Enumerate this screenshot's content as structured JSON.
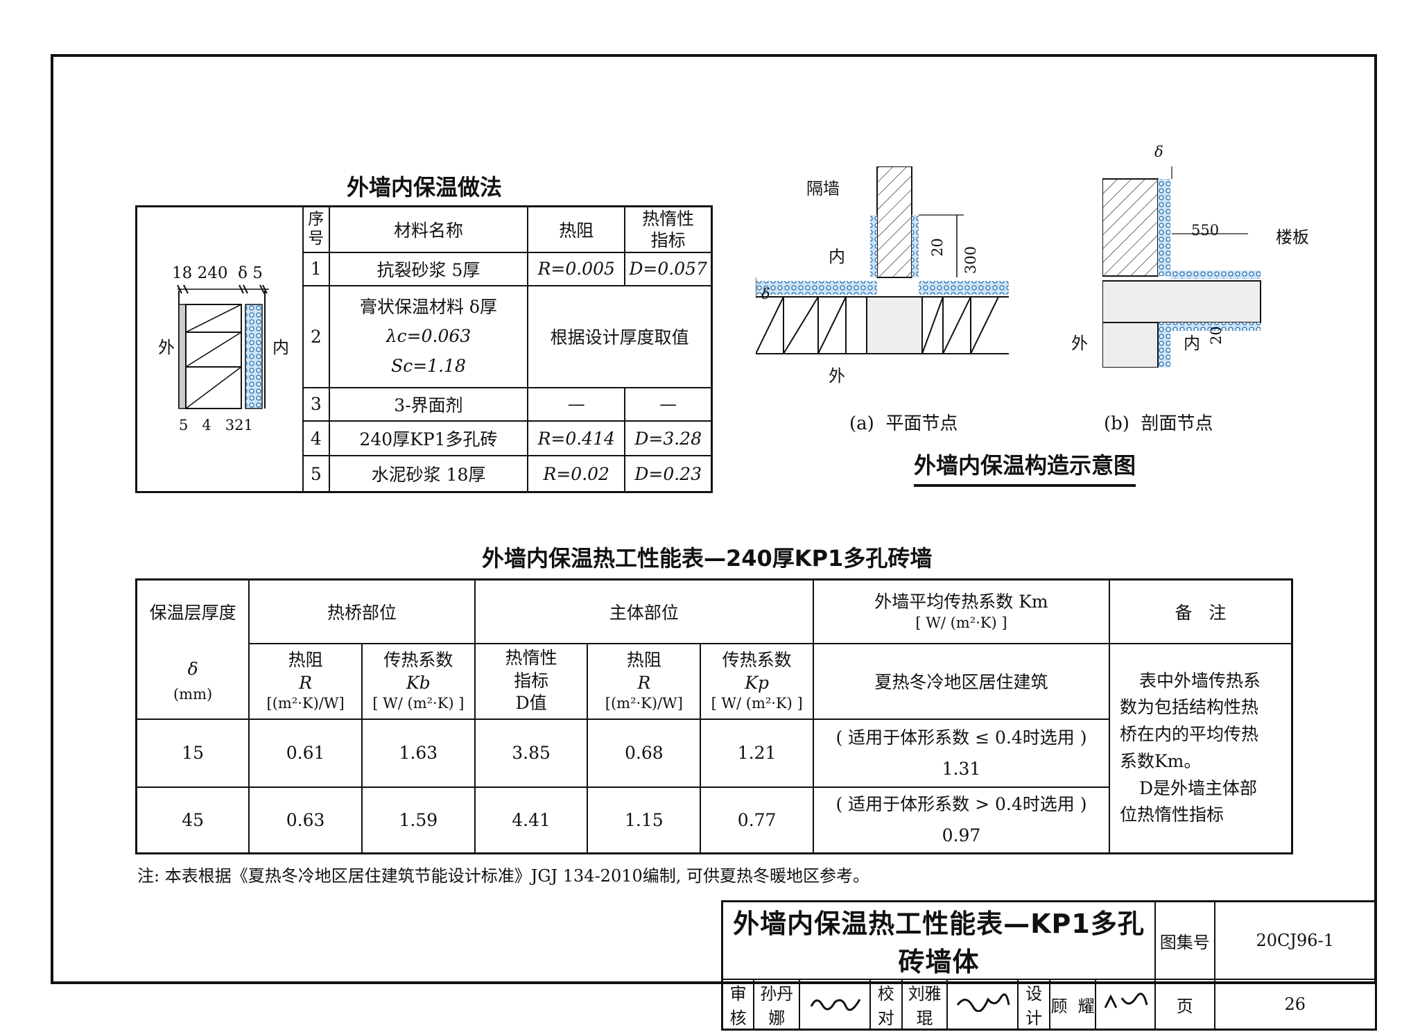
{
  "diagram_title": "外墙内保温做法",
  "layers_table": {
    "headers": {
      "seq": "序号",
      "material": "材料名称",
      "resistance": "热阻",
      "inertia": "热惰性指标"
    },
    "rows": [
      {
        "seq": "1",
        "material": "抗裂砂浆 5厚",
        "resistance": "R=0.005",
        "inertia": "D=0.057"
      },
      {
        "seq": "2",
        "material": "膏状保温材料 δ厚",
        "lambda": "λc=0.063",
        "s": "Sc=1.18",
        "merged": "根据设计厚度取值"
      },
      {
        "seq": "3",
        "material": "3-界面剂",
        "resistance": "—",
        "inertia": "—"
      },
      {
        "seq": "4",
        "material": "240厚KP1多孔砖",
        "resistance": "R=0.414",
        "inertia": "D=3.28"
      },
      {
        "seq": "5",
        "material": "水泥砂浆 18厚",
        "resistance": "R=0.02",
        "inertia": "D=0.23"
      }
    ]
  },
  "wall_section": {
    "dims_top": "18 240  δ 5",
    "outside": "外",
    "inside": "内",
    "layer_nums": "5   4   321"
  },
  "plan_node": {
    "partition": "隔墙",
    "inside": "内",
    "outside": "外",
    "dim_300": "300",
    "dim_20": "20",
    "delta": "δ",
    "caption": "(a)  平面节点"
  },
  "section_node": {
    "delta": "δ",
    "dim_550": "550",
    "floor_slab": "楼板",
    "outside": "外",
    "inside": "内",
    "dim_20": "20",
    "caption": "(b)  剖面节点"
  },
  "construction_title": "外墙内保温构造示意图",
  "performance_title": "外墙内保温热工性能表—240厚KP1多孔砖墙",
  "perf_table": {
    "thickness_label": "保温层厚度",
    "delta": "δ",
    "mm": "(mm)",
    "bridge": "热桥部位",
    "main": "主体部位",
    "avg_k": "外墙平均传热系数 Km",
    "avg_k_unit": "[ W/ (m²·K) ]",
    "remark": "备   注",
    "sub_r": "热阻",
    "sub_r_sym": "R",
    "sub_r_unit": "[(m²·K)/W]",
    "sub_kb": "传热系数",
    "sub_kb_sym": "Kb",
    "sub_kb_unit": "[ W/ (m²·K) ]",
    "sub_d1": "热惰性",
    "sub_d2": "指标",
    "sub_d3": "D值",
    "sub_r2": "热阻",
    "sub_r2_sym": "R",
    "sub_r2_unit": "[(m²·K)/W]",
    "sub_kp": "传热系数",
    "sub_kp_sym": "Kp",
    "sub_kp_unit": "[ W/ (m²·K) ]",
    "region": "夏热冬冷地区居住建筑",
    "rows": [
      {
        "thickness": "15",
        "r_b": "0.61",
        "k_b": "1.63",
        "d": "3.85",
        "r_p": "0.68",
        "k_p": "1.21",
        "cond": "( 适用于体形系数 ≤ 0.4时选用 )",
        "km": "1.31"
      },
      {
        "thickness": "45",
        "r_b": "0.63",
        "k_b": "1.59",
        "d": "4.41",
        "r_p": "1.15",
        "k_p": "0.77",
        "cond": "( 适用于体形系数 > 0.4时选用 )",
        "km": "0.97"
      }
    ],
    "remark_lines": [
      "表中外墙传热系",
      "数为包括结构性热",
      "桥在内的平均传热",
      "系数Km。",
      "D是外墙主体部",
      "位热惰性指标"
    ]
  },
  "note": "注: 本表根据《夏热冬冷地区居住建筑节能设计标准》JGJ 134-2010编制, 可供夏热冬暖地区参考。",
  "title_block": {
    "title": "外墙内保温热工性能表—KP1多孔砖墙体",
    "atlas_label": "图集号",
    "atlas_no": "20CJ96-1",
    "review": "审核",
    "reviewer": "孙丹娜",
    "check": "校对",
    "checker": "刘雅琨",
    "design": "设计",
    "designer": "顾  耀",
    "page_label": "页",
    "page_no": "26"
  }
}
